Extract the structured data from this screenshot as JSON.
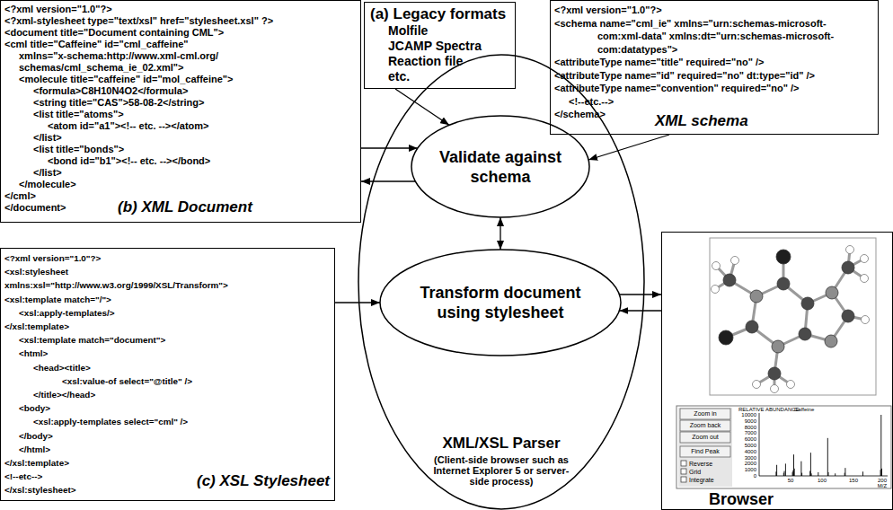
{
  "diagram": {
    "nodes": [
      {
        "text": [
          "<?xml version=\"1.0\"?>",
          "<?xml-stylesheet type=\"text/xsl\" href=\"stylesheet.xsl\" ?>",
          "<document title=\"Document containing CML\">",
          "<cml title=\"Caffeine\" id=\"cml_caffeine\"",
          "xmlns=\"x-schema:http://www.xml-cml.org/",
          "schemas/cml_schema_ie_02.xml\">",
          "<molecule title=\"caffeine\" id=\"mol_caffeine\">",
          "<formula>C8H10N4O2</formula>",
          "<string title=\"CAS\">58-08-2</string>",
          "<list title=\"atoms\">",
          "<atom id=\"a1\"><!-- etc. --></atom>",
          "</list>",
          "<list title=\"bonds\">",
          "<bond id=\"b1\"><!-- etc. --></bond>",
          "</list>",
          "</molecule>",
          "</cml>",
          "</document>",
          "(b) XML Document"
        ]
      },
      {
        "text": [
          "(a) Legacy formats",
          "Molfile",
          "JCAMP Spectra",
          "Reaction file",
          "etc."
        ]
      },
      {
        "text": [
          "<?xml version=\"1.0\"?>",
          "<schema name=\"cml_ie\" xmlns=\"urn:schemas-microsoft-",
          "com:xml-data\" xmlns:dt=\"urn:schemas-microsoft-",
          "com:datatypes\">",
          "<attributeType name=\"title\" required=\"no\" />",
          "<attributeType name=\"id\" required=\"no\" dt:type=\"id\" />",
          "<attributeType name=\"convention\" required=\"no\" />",
          "<!--etc.-->",
          "</schema>",
          "XML schema"
        ]
      },
      {
        "text": [
          "XML/XSL Parser",
          "(Client-side browser such as Internet Explorer 5 or server-side process)"
        ]
      },
      {
        "text": [
          "Validate against schema"
        ],
        "in": 3
      },
      {
        "text": [
          "Transform document using stylesheet"
        ],
        "in": 3
      },
      {
        "text": [
          "<?xml version=\"1.0\"?>",
          "<xsl:stylesheet",
          "xmlns:xsl=\"http://www.w3.org/1999/XSL/Transform\">",
          "<xsl:template match=\"/\">",
          "<xsl:apply-templates/>",
          "</xsl:template>",
          "<xsl:template match=\"document\">",
          "<html>",
          "<head><title>",
          "<xsl:value-of select=\"@title\" />",
          "</title></head>",
          "<body>",
          "<xsl:apply-templates select=\"cml\" />",
          "</body>",
          "</html>",
          "</xsl:template>",
          "<!--etc-->",
          "</xsl:stylesheet>",
          "(c) XSL Stylesheet"
        ]
      },
      {
        "text": [
          "Browser"
        ]
      }
    ],
    "edges": [
      {
        "from": 1,
        "to": 4,
        "arrow": "to"
      },
      {
        "from": 0,
        "to": 4,
        "arrow": "to"
      },
      {
        "from": 4,
        "to": 0,
        "arrow": "to"
      },
      {
        "from": 2,
        "to": 4,
        "arrow": "to"
      },
      {
        "from": 4,
        "to": 5,
        "arrow": "both"
      },
      {
        "from": 6,
        "to": 5,
        "arrow": "to"
      },
      {
        "from": 5,
        "to": 7,
        "arrow": "to"
      },
      {
        "from": 7,
        "to": 5,
        "arrow": "to"
      }
    ],
    "labels": [
      "Zoom in",
      "Zoom back",
      "Zoom out",
      "Find Peak",
      "Reverse",
      "Grid",
      "Integrate",
      "RELATIVE ABUNDANCE",
      "Caffeine",
      "10000",
      "9000",
      "8000",
      "7000",
      "6000",
      "5000",
      "4000",
      "3000",
      "2000",
      "1000",
      "0",
      "50",
      "100",
      "150",
      "200",
      "M/Z"
    ]
  }
}
